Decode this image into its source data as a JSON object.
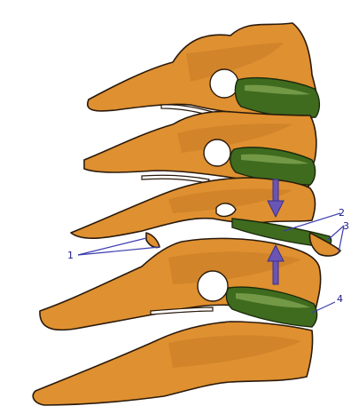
{
  "labels": {
    "one": "1",
    "two": "2",
    "three": "3",
    "four": "4"
  },
  "colors": {
    "bone": "#df9030",
    "disc": "#3f6b1e",
    "annotation": "#3b3bb0"
  }
}
